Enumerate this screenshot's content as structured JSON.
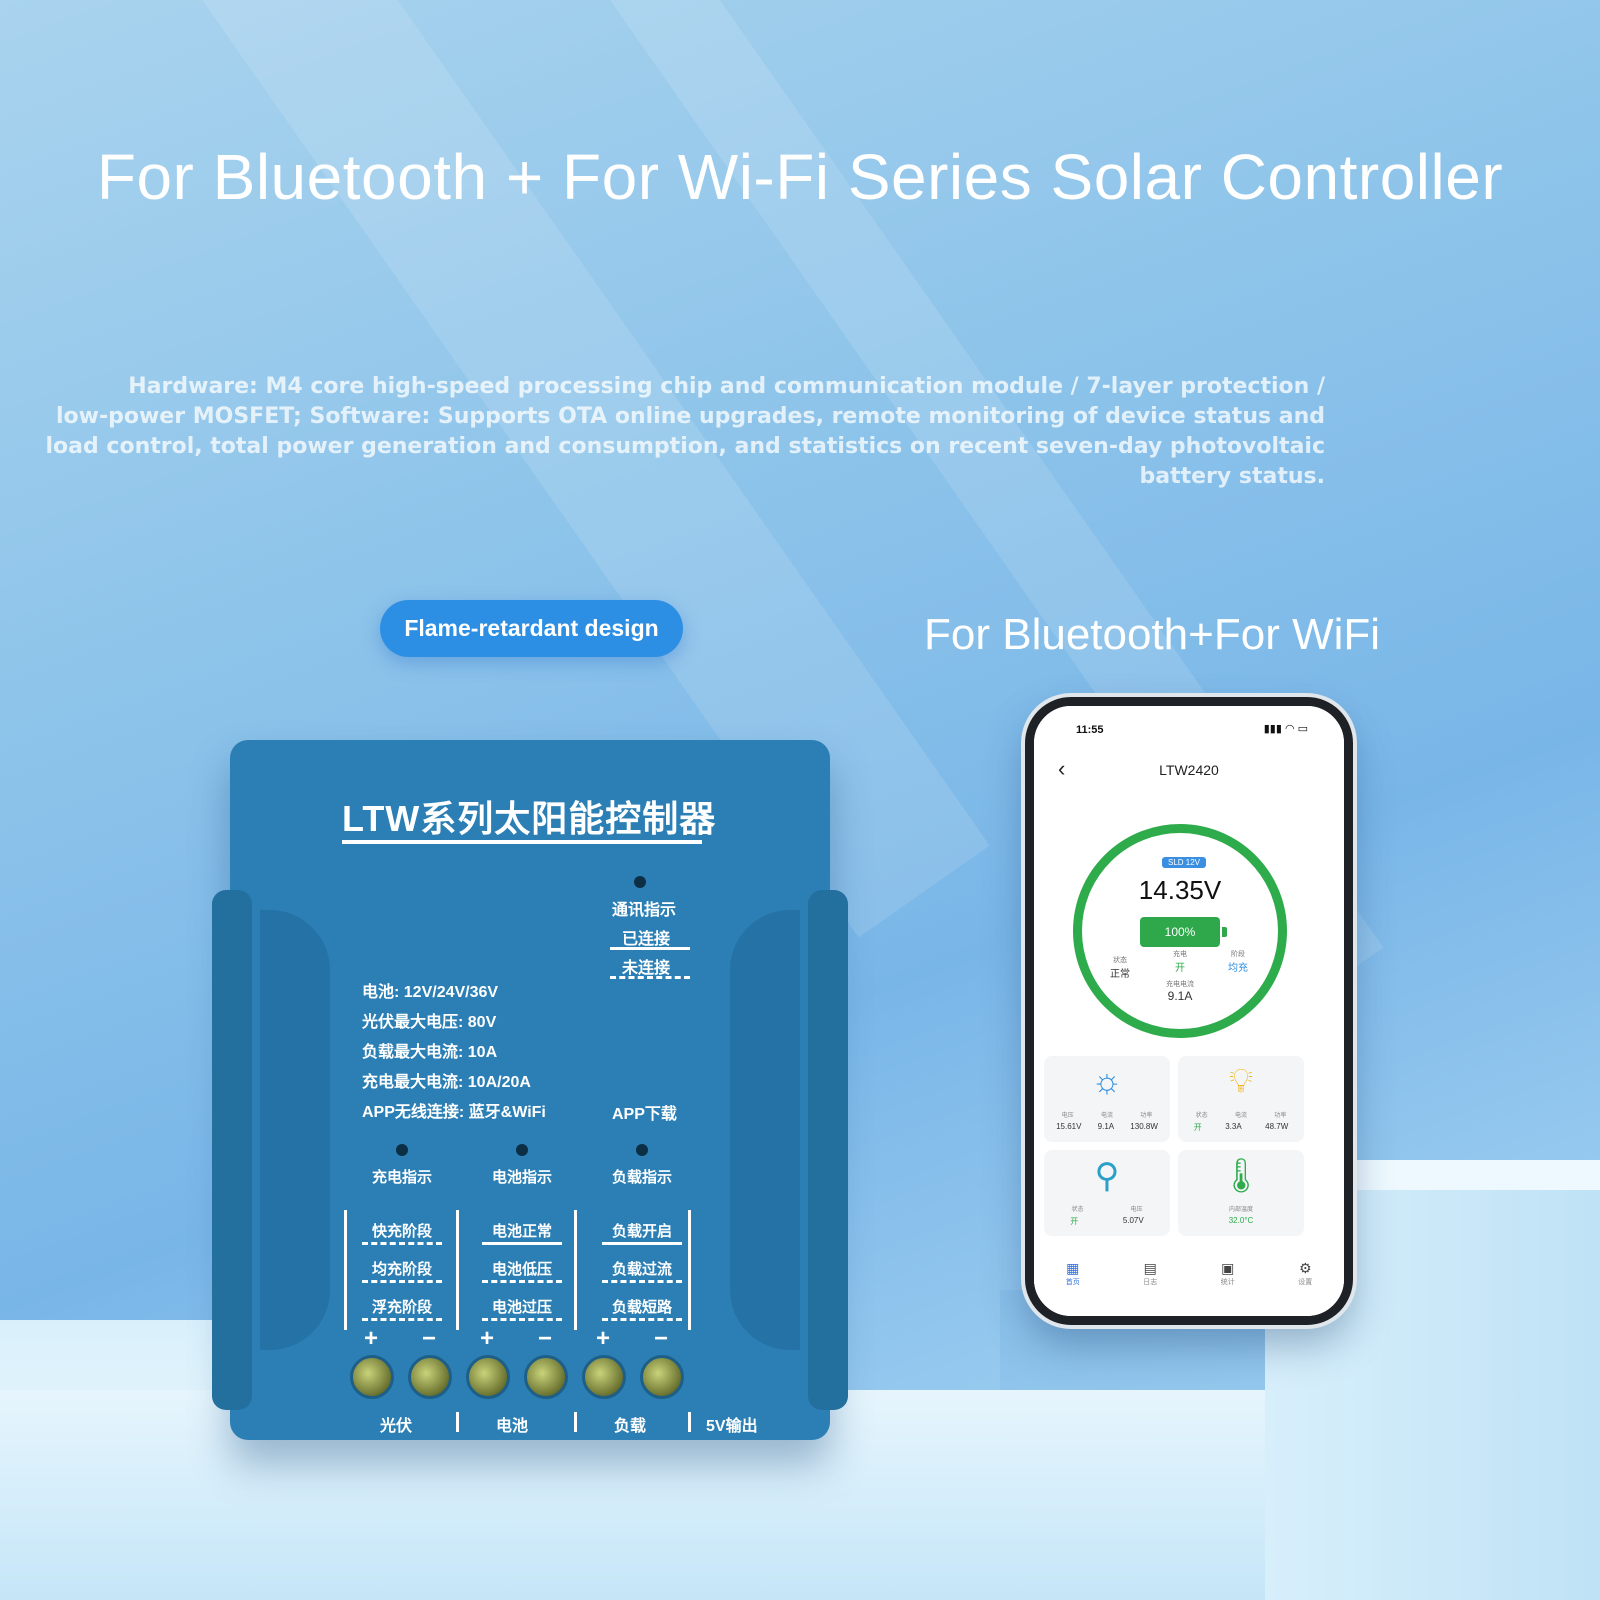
{
  "header": {
    "title": "For Bluetooth + For Wi-Fi Series Solar Controller",
    "description_lines": [
      "Hardware: M4 core high-speed processing chip and communication module / 7-layer protection /",
      "low-power MOSFET; Software: Supports OTA online upgrades, remote monitoring of device status and",
      "load control, total power generation and consumption, and statistics on recent seven-day photovoltaic",
      "battery status."
    ]
  },
  "badge": {
    "label": "Flame-retardant design"
  },
  "connectivity": {
    "label": "For Bluetooth+For WiFi"
  },
  "device": {
    "name": "LTW系列太阳能控制器",
    "comm": {
      "title": "通讯指示",
      "connected": "已连接",
      "disconnected": "未连接"
    },
    "specs": [
      "电池: 12V/24V/36V",
      "光伏最大电压:  80V",
      "负载最大电流:  10A",
      "充电最大电流:  10A/20A",
      "APP无线连接:  蓝牙&WiFi"
    ],
    "app_download": "APP下载",
    "indicators": [
      {
        "title": "充电指示",
        "states": [
          "快充阶段",
          "均充阶段",
          "浮充阶段"
        ]
      },
      {
        "title": "电池指示",
        "states": [
          "电池正常",
          "电池低压",
          "电池过压"
        ]
      },
      {
        "title": "负载指示",
        "states": [
          "负载开启",
          "负载过流",
          "负载短路"
        ]
      }
    ],
    "terminals": {
      "plus": "+",
      "minus": "−",
      "labels": [
        "光伏",
        "电池",
        "负载",
        "5V输出"
      ]
    }
  },
  "phone": {
    "time": "11:55",
    "app_title": "LTW2420",
    "battery_type": "SLD 12V",
    "voltage": "14.35V",
    "battery_percent": "100%",
    "stats": [
      {
        "label": "状态",
        "value": "正常"
      },
      {
        "label": "充电",
        "value": "开"
      },
      {
        "label": "阶段",
        "value": "均充"
      }
    ],
    "charge_current_label": "充电电流",
    "charge_current": "9.1A",
    "cards": [
      {
        "icon": "sun-icon",
        "labels": [
          "电压",
          "电流",
          "功率"
        ],
        "values": [
          "15.61V",
          "9.1A",
          "130.8W"
        ],
        "color": "#2f8fe0"
      },
      {
        "icon": "bulb-icon",
        "labels": [
          "状态",
          "电流",
          "功率"
        ],
        "values": [
          "开",
          "3.3A",
          "48.7W"
        ],
        "color": "#f2b418"
      },
      {
        "icon": "usb-icon",
        "labels": [
          "状态",
          "电压"
        ],
        "values": [
          "开",
          "5.07V"
        ],
        "color": "#2aa0c8"
      },
      {
        "icon": "thermometer-icon",
        "labels": [
          "内部温度"
        ],
        "values": [
          "32.0°C"
        ],
        "color": "#2eab4a"
      }
    ],
    "tabs": [
      "首页",
      "日志",
      "统计",
      "设置"
    ]
  },
  "colors": {
    "accent": "#2d8fe3",
    "device_blue": "#2b7fb5",
    "ring_green": "#2eab4a"
  }
}
